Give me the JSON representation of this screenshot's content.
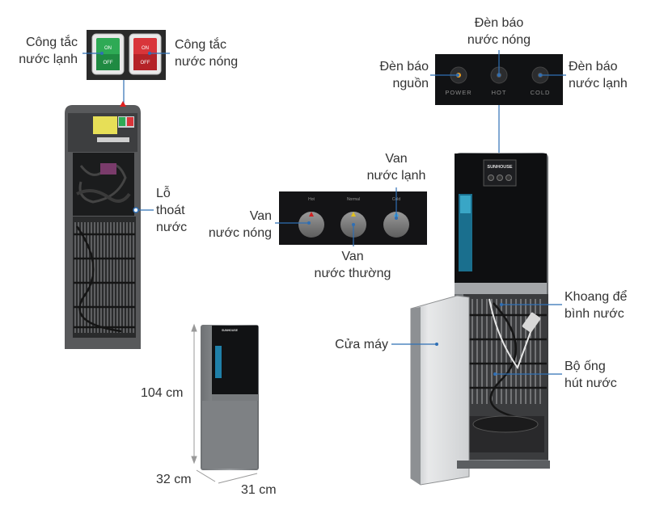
{
  "labels": {
    "switch_cold": [
      "Công tắc",
      "nước lạnh"
    ],
    "switch_hot": [
      "Công tắc",
      "nước nóng"
    ],
    "drain_hole": [
      "Lỗ",
      "thoát",
      "nước"
    ],
    "indicator_hot": [
      "Đèn báo",
      "nước nóng"
    ],
    "indicator_power": [
      "Đèn báo",
      "nguồn"
    ],
    "indicator_cold": [
      "Đèn báo",
      "nước lạnh"
    ],
    "valve_cold": [
      "Van",
      "nước lạnh"
    ],
    "valve_hot": [
      "Van",
      "nước nóng"
    ],
    "valve_normal": [
      "Van",
      "nước thường"
    ],
    "bottle_compartment": [
      "Khoang để",
      "bình nước"
    ],
    "machine_door": [
      "Cửa máy"
    ],
    "suction_tube": [
      "Bộ ống",
      "hút nước"
    ]
  },
  "dimensions": {
    "height": "104 cm",
    "depth": "32 cm",
    "width": "31 cm"
  },
  "panel_text": {
    "power": "POWER",
    "hot": "HOT",
    "cold": "COLD"
  },
  "switch_text": {
    "on": "ON",
    "off": "OFF"
  },
  "valve_text": {
    "hot": "Hot",
    "normal": "Normal",
    "cold": "Cold"
  },
  "brand": "SUNHOUSE",
  "colors": {
    "switch_green": "#2eaa55",
    "switch_red": "#d9353a",
    "machine_body": "#8a8d90",
    "panel_black": "#0e0f11",
    "leader_line": "#2f6fb5"
  }
}
